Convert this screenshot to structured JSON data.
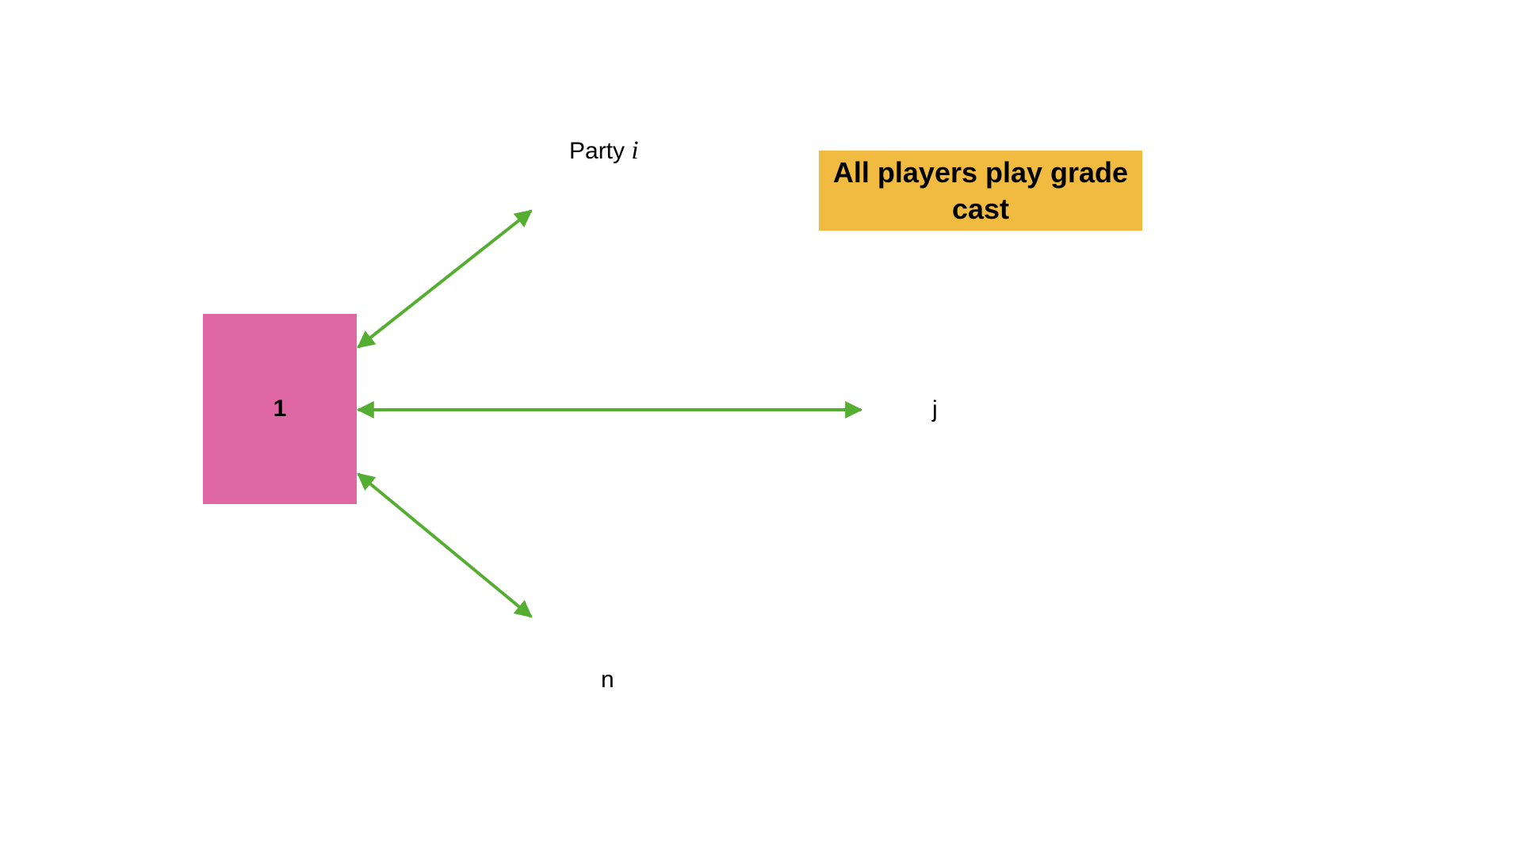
{
  "diagram": {
    "center_node": {
      "label": "1",
      "color": "#de67a4"
    },
    "peer_labels": {
      "party_prefix": "Party ",
      "party_var": "i",
      "j": "j",
      "n": "n"
    },
    "note": {
      "text": "All players play grade cast",
      "color": "#f0bb40"
    },
    "edges": [
      {
        "from": "1",
        "to": "Party i",
        "type": "bidirectional"
      },
      {
        "from": "1",
        "to": "j",
        "type": "bidirectional"
      },
      {
        "from": "1",
        "to": "n",
        "type": "bidirectional"
      }
    ],
    "edge_color": "#55ad32"
  }
}
